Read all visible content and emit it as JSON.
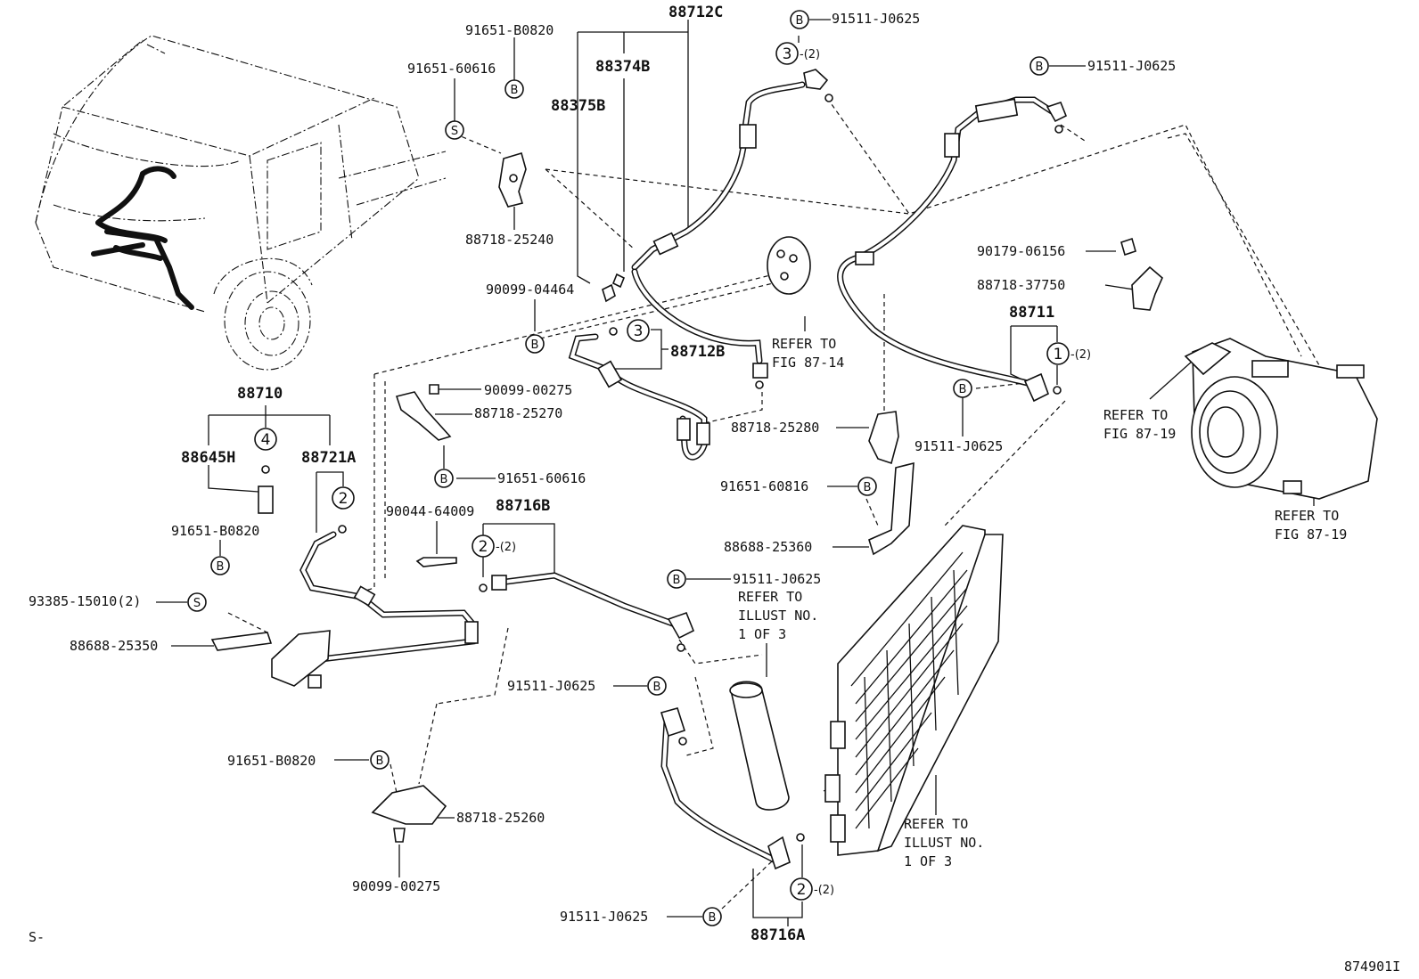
{
  "labels": {
    "p88712C": "88712C",
    "p91511_top": "91511-J0625",
    "p91651_B0820_top": "91651-B0820",
    "p88374B": "88374B",
    "p91651_60616_top": "91651-60616",
    "p88375B": "88375B",
    "p91511_right_top": "91511-J0625",
    "p88718_25240": "88718-25240",
    "p90179_06156": "90179-06156",
    "p88718_37750": "88718-37750",
    "p90099_04464": "90099-04464",
    "p88711": "88711",
    "p88712B": "88712B",
    "p90099_00275_a": "90099-00275",
    "p88710": "88710",
    "p88718_25270": "88718-25270",
    "p88718_25280": "88718-25280",
    "p91511_mid": "91511-J0625",
    "p88645H": "88645H",
    "p88721A": "88721A",
    "p91651_60616_mid": "91651-60616",
    "p91651_60816": "91651-60816",
    "p90044_64009": "90044-64009",
    "p88716B": "88716B",
    "p91651_B0820_left": "91651-B0820",
    "p88688_25360": "88688-25360",
    "p93385_15010": "93385-15010(2)",
    "p91511_lower": "91511-J0625",
    "p88688_25350": "88688-25350",
    "p91511_left": "91511-J0625",
    "p91651_B0820_bottom": "91651-B0820",
    "p88718_25260": "88718-25260",
    "p90099_00275_b": "90099-00275",
    "p91511_bottom": "91511-J0625",
    "p88716A": "88716A"
  },
  "notes": {
    "refer_87_14_a": "REFER TO",
    "refer_87_14_b": "FIG 87-14",
    "refer_87_19a_a": "REFER TO",
    "refer_87_19a_b": "FIG 87-19",
    "refer_87_19b_a": "REFER TO",
    "refer_87_19b_b": "FIG 87-19",
    "refer_illust_a_1": "REFER TO",
    "refer_illust_a_2": "ILLUST NO.",
    "refer_illust_a_3": "1 OF 3",
    "refer_illust_b_1": "REFER TO",
    "refer_illust_b_2": "ILLUST NO.",
    "refer_illust_b_3": "1 OF 3"
  },
  "symbols": {
    "b": "B",
    "s": "S",
    "n1": "1",
    "n2": "2",
    "n3": "3",
    "n4": "4",
    "qty2": "-(2)"
  },
  "footer": {
    "left_code": "S-",
    "diagram_id": "874901I"
  }
}
